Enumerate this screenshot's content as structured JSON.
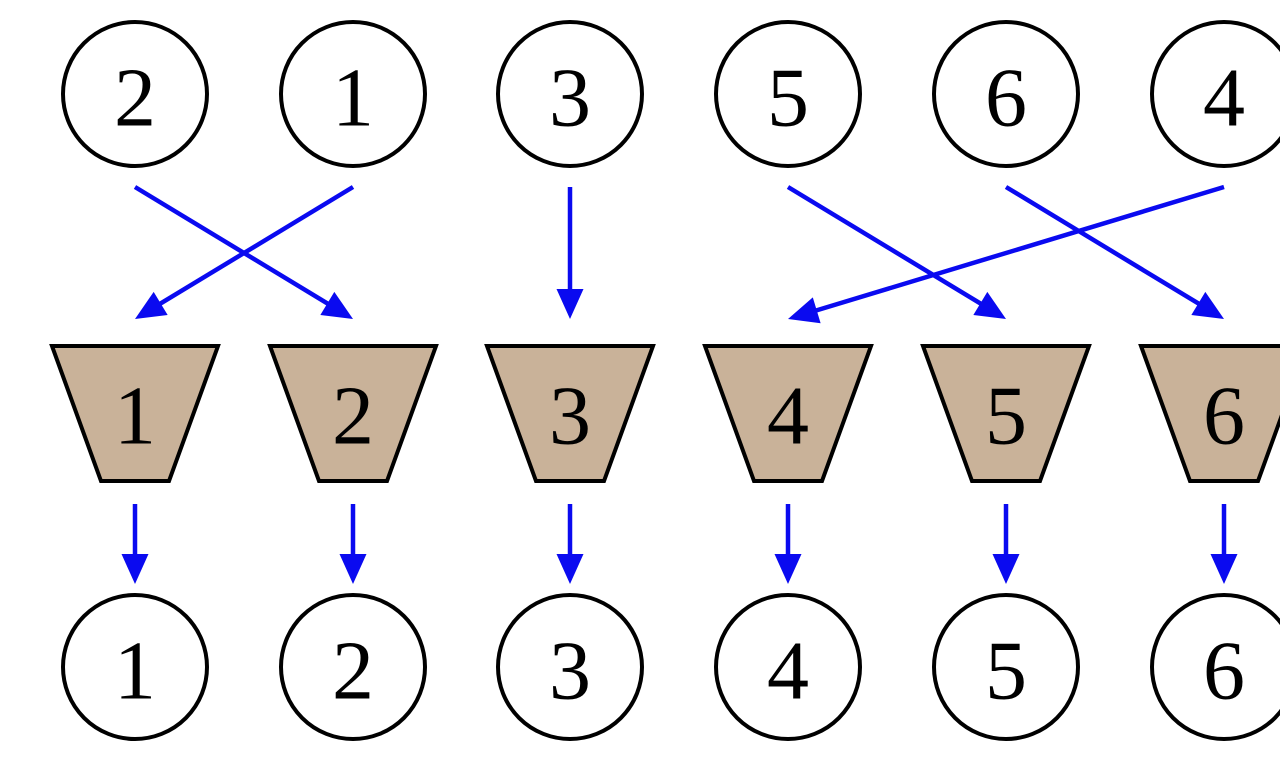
{
  "diagram": {
    "description": "permutation-sort-diagram",
    "colors": {
      "background": "#ffffff",
      "arrow": "#0a0af0",
      "funnel_fill": "#c9b299",
      "shape_stroke": "#000000",
      "label": "#000000"
    },
    "top_row": [
      {
        "label": "2"
      },
      {
        "label": "1"
      },
      {
        "label": "3"
      },
      {
        "label": "5"
      },
      {
        "label": "6"
      },
      {
        "label": "4"
      }
    ],
    "funnel_row": [
      {
        "label": "1"
      },
      {
        "label": "2"
      },
      {
        "label": "3"
      },
      {
        "label": "4"
      },
      {
        "label": "5"
      },
      {
        "label": "6"
      }
    ],
    "bottom_row": [
      {
        "label": "1"
      },
      {
        "label": "2"
      },
      {
        "label": "3"
      },
      {
        "label": "4"
      },
      {
        "label": "5"
      },
      {
        "label": "6"
      }
    ],
    "mappings": {
      "top_to_funnel": [
        {
          "from": 0,
          "to": 1
        },
        {
          "from": 1,
          "to": 0
        },
        {
          "from": 2,
          "to": 2
        },
        {
          "from": 3,
          "to": 4
        },
        {
          "from": 4,
          "to": 5
        },
        {
          "from": 5,
          "to": 3
        }
      ],
      "funnel_to_bottom": [
        {
          "from": 0,
          "to": 0
        },
        {
          "from": 1,
          "to": 1
        },
        {
          "from": 2,
          "to": 2
        },
        {
          "from": 3,
          "to": 3
        },
        {
          "from": 4,
          "to": 4
        },
        {
          "from": 5,
          "to": 5
        }
      ]
    }
  }
}
